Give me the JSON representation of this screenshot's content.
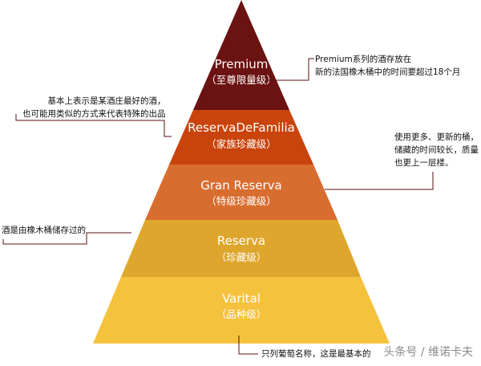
{
  "tiers": [
    {
      "en": "Premium",
      "cn": "（至尊限量级）",
      "color": "#6b1212"
    },
    {
      "en": "ReservaDeFamilia",
      "cn": "（家族珍藏级）",
      "color": "#c9440c"
    },
    {
      "en": "Gran Reserva",
      "cn": "（特级珍藏级）",
      "color": "#d86d30"
    },
    {
      "en": "Reserva",
      "cn": "（珍藏级）",
      "color": "#dea62c"
    },
    {
      "en": "Varital",
      "cn": "（品种级）",
      "color": "#f5c23e"
    }
  ],
  "notes": {
    "premium": [
      "Premium系列的酒存放在",
      "新的法国橡木桶中的时间要超过18个月"
    ],
    "familia": [
      "基本上表示是某酒庄最好的酒，",
      "也可能用类似的方式来代表特殊的出品"
    ],
    "gran_reserva": [
      "使用更多、更新的桶，",
      "储藏的时间较长，质量",
      "也更上一层楼。"
    ],
    "reserva": [
      "酒是由橡木桶储存过的"
    ],
    "varital": [
      "只列葡萄名称，这是最基本的"
    ]
  },
  "watermark": "头条号 / 维诺卡夫",
  "colors": {
    "leader": "#5a0f0f"
  }
}
